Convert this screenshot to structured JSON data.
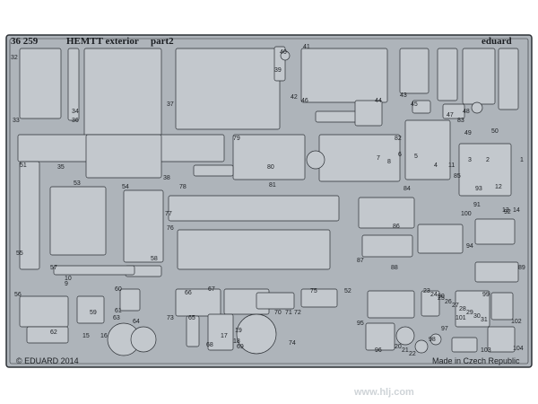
{
  "sheet": {
    "number": "36 259",
    "title": "HEMTT exterior",
    "part": "part2",
    "brand": "eduard",
    "copyright": "© EDUARD 2014",
    "origin": "Made in Czech Republic"
  },
  "watermark": "www.hlj.com",
  "colors": {
    "paper": "#ffffff",
    "metal": "#aeb4ba",
    "metal_light": "#c3c8cd",
    "outline": "#2c3035",
    "ink": "#1b1e22"
  },
  "part_numbers": [
    "1",
    "2",
    "3",
    "4",
    "5",
    "6",
    "7",
    "8",
    "9",
    "10",
    "11",
    "12",
    "13",
    "14",
    "15",
    "16",
    "17",
    "18",
    "19",
    "20",
    "21",
    "22",
    "23",
    "24",
    "25",
    "26",
    "27",
    "28",
    "29",
    "30",
    "31",
    "32",
    "33",
    "34",
    "35",
    "36",
    "37",
    "38",
    "39",
    "40",
    "41",
    "42",
    "43",
    "44",
    "45",
    "46",
    "47",
    "48",
    "49",
    "50",
    "51",
    "52",
    "53",
    "54",
    "55",
    "56",
    "57",
    "58",
    "59",
    "60",
    "61",
    "62",
    "63",
    "64",
    "65",
    "66",
    "67",
    "68",
    "69",
    "70",
    "71",
    "72",
    "73",
    "74",
    "75",
    "76",
    "77",
    "78",
    "79",
    "80",
    "81",
    "82",
    "83",
    "84",
    "85",
    "86",
    "87",
    "88",
    "89",
    "90",
    "91",
    "92",
    "93",
    "94",
    "95",
    "96",
    "97",
    "98",
    "99",
    "100",
    "101",
    "102",
    "103",
    "104"
  ]
}
